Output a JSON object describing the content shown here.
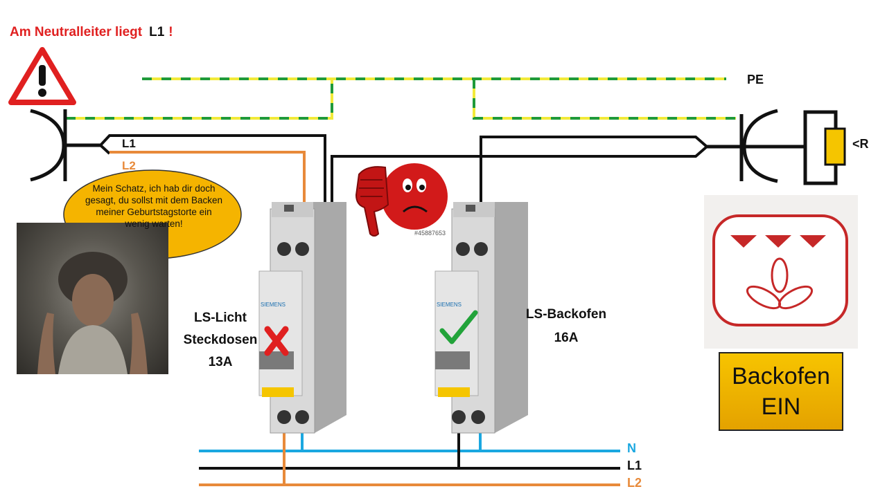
{
  "warning": {
    "text": "Am Neutralleiter liegt",
    "phase": "L1",
    "mark": "!"
  },
  "speech_bubble": {
    "text": "Mein Schatz, ich hab dir doch gesagt, du sollst mit dem Backen meiner Geburtstagstorte ein wenig warten!"
  },
  "wires": {
    "l1": "L1",
    "l2": "L2",
    "pe": "PE"
  },
  "load": {
    "resistor_label": "<R"
  },
  "busbars": {
    "n": "N",
    "l1": "L1",
    "l2": "L2"
  },
  "breakers": [
    {
      "caption": "LS-Licht Steckdosen 13A",
      "line1": "LS-Licht",
      "line2": "Steckdosen",
      "rating": "13A",
      "status": "tripped",
      "brand": "SIEMENS"
    },
    {
      "caption": "LS-Backofen 16A",
      "line1": "LS-Backofen",
      "rating": "16A",
      "status": "ok",
      "brand": "SIEMENS"
    }
  ],
  "stock_id": "#45887653",
  "oven_button": {
    "line1": "Backofen",
    "line2": "EIN"
  },
  "colors": {
    "l1": "#111111",
    "l2": "#e88a3a",
    "n": "#1aa7e0",
    "pe_green": "#1f9a3a",
    "pe_yellow": "#f2ea3a",
    "warning": "#e02020",
    "tripped": "#e02020",
    "ok": "#22a33a",
    "button": "#f0b400"
  },
  "icons": [
    "warning-triangle-icon",
    "thumbs-down-sad-face-icon",
    "oven-fan-icon",
    "cross-mark-icon",
    "check-mark-icon"
  ]
}
